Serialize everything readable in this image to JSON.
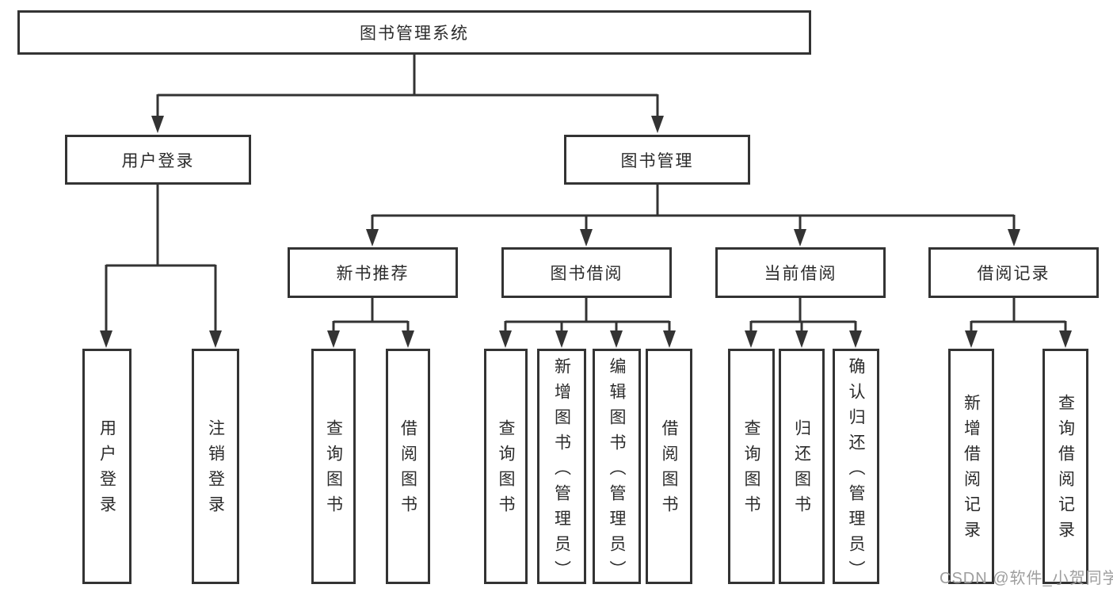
{
  "tree": {
    "root": {
      "label": "图书管理系统"
    },
    "level2": [
      {
        "label": "用户登录",
        "children": [
          {
            "label": "用户登录"
          },
          {
            "label": "注销登录"
          }
        ]
      },
      {
        "label": "图书管理",
        "children": [
          {
            "label": "新书推荐",
            "children": [
              {
                "label": "查询图书"
              },
              {
                "label": "借阅图书"
              }
            ]
          },
          {
            "label": "图书借阅",
            "children": [
              {
                "label": "查询图书"
              },
              {
                "label": "新增图书（管理员）"
              },
              {
                "label": "编辑图书（管理员）"
              },
              {
                "label": "借阅图书"
              }
            ]
          },
          {
            "label": "当前借阅",
            "children": [
              {
                "label": "查询图书"
              },
              {
                "label": "归还图书"
              },
              {
                "label": "确认归还（管理员）"
              }
            ]
          },
          {
            "label": "借阅记录",
            "children": [
              {
                "label": "新增借阅记录"
              },
              {
                "label": "查询借阅记录"
              }
            ]
          }
        ]
      }
    ]
  },
  "watermark": "CSDN @软件_小贺同学",
  "colors": {
    "line": "#333333",
    "text": "#2b2b2b",
    "watermark_text": "#9e9e9e",
    "background": "#ffffff"
  }
}
